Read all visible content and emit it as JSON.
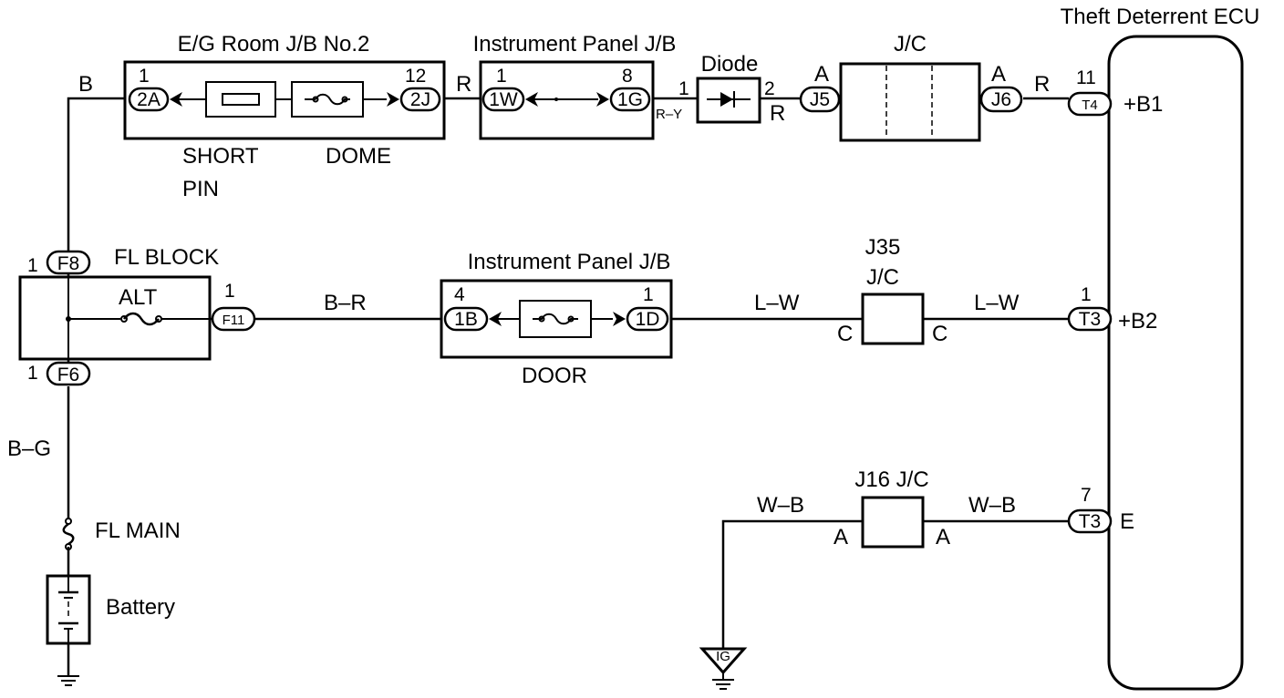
{
  "blocks": {
    "eg_jb": {
      "title": "E/G Room J/B No.2",
      "pin_left": "1",
      "pin_right": "12",
      "conn_left": "2A",
      "conn_right": "2J",
      "fuse1": "SHORT",
      "fuse1b": "PIN",
      "fuse2": "DOME"
    },
    "ip_jb_top": {
      "title": "Instrument Panel J/B",
      "pin_left": "1",
      "pin_right": "8",
      "conn_left": "1W",
      "conn_right": "1G"
    },
    "diode": {
      "title": "Diode",
      "pin_left": "1",
      "pin_right": "2"
    },
    "jc_top": {
      "title": "J/C",
      "pin_left": "A",
      "pin_right": "A",
      "conn_left": "J5",
      "conn_right": "J6"
    },
    "ecu": {
      "title": "Theft Deterrent ECU",
      "b1_pin": "11",
      "b1_conn": "T4",
      "b1_label": "+B1",
      "b2_pin": "1",
      "b2_conn": "T3",
      "b2_label": "+B2",
      "e_pin": "7",
      "e_conn": "T3",
      "e_label": "E"
    },
    "fl_block": {
      "title": "FL BLOCK",
      "top_pin": "1",
      "top_conn": "F8",
      "bot_pin": "1",
      "bot_conn": "F6",
      "fuse": "ALT",
      "out_pin": "1",
      "out_conn": "F11"
    },
    "ip_jb_mid": {
      "title": "Instrument Panel J/B",
      "pin_left": "4",
      "pin_right": "1",
      "conn_left": "1B",
      "conn_right": "1D",
      "fuse": "DOOR"
    },
    "j35": {
      "title1": "J35",
      "title2": "J/C",
      "pin_left": "C",
      "pin_right": "C"
    },
    "j16": {
      "title": "J16 J/C",
      "pin_left": "A",
      "pin_right": "A"
    },
    "fl_main": {
      "label": "FL MAIN"
    },
    "battery": {
      "label": "Battery"
    },
    "ground": {
      "label": "IG"
    }
  },
  "wires": {
    "b": "B",
    "r1": "R",
    "ry": "R–Y",
    "r2": "R",
    "r3": "R",
    "br": "B–R",
    "lw1": "L–W",
    "lw2": "L–W",
    "bg": "B–G",
    "wb1": "W–B",
    "wb2": "W–B"
  }
}
